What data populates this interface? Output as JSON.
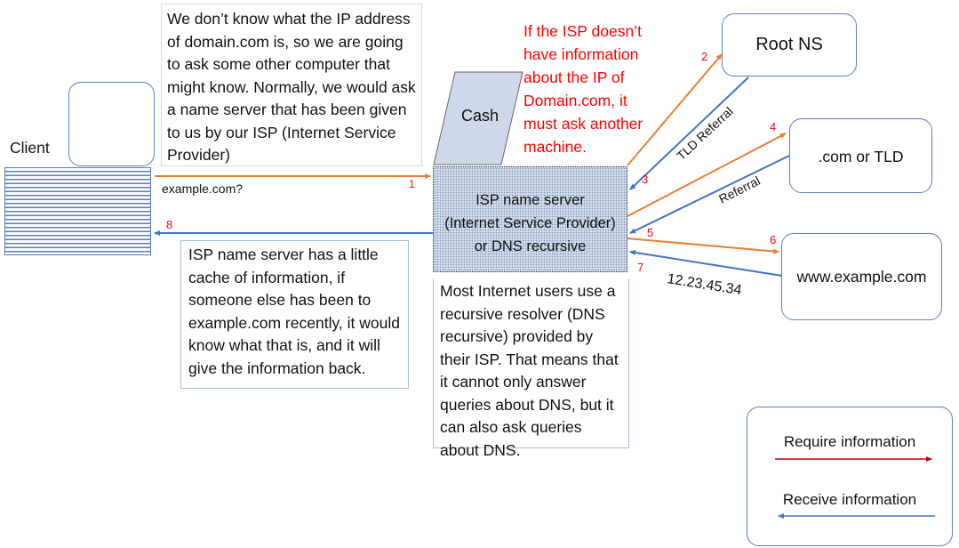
{
  "client": {
    "label": "Client"
  },
  "query_label": "example.com?",
  "intro_note": "We don’t know what the IP address of domain.com is, so we are going to ask some other computer that might know. Normally, we would ask a name server that has been given to us by our ISP (Internet Service Provider)",
  "isp_note": "If the ISP doesn’t have information about the IP of Domain.com, it must ask another machine.",
  "cache": {
    "label": "Cash"
  },
  "isp_server": {
    "line1": "ISP name server",
    "line2": "(Internet Service Provider)",
    "line3": "or DNS recursive"
  },
  "cache_note": "ISP name server has a little cache of information, if someone else has been to example.com recently, it would know what that is, and it will give the information back.",
  "resolver_note": "Most Internet users use a recursive resolver (DNS recursive) provided by their ISP. That means that it cannot only answer queries about DNS, but it can also ask queries about DNS.",
  "root_ns": {
    "label": "Root NS"
  },
  "tld": {
    "label": ".com or TLD"
  },
  "web": {
    "label": "www.example.com"
  },
  "arrows": {
    "n1": "1",
    "n2": "2",
    "n3": "3",
    "n4": "4",
    "n5": "5",
    "n6": "6",
    "n7": "7",
    "n8": "8",
    "tld_referral": "TLD Referral",
    "referral": "Referral",
    "ip_answer": "12.23.45.34"
  },
  "legend": {
    "require": "Require information",
    "receive": "Receive information"
  },
  "colors": {
    "request_arrow": "#ed7d31",
    "response_arrow": "#4472c4",
    "legend_require": "#c00000",
    "legend_receive": "#4472c4",
    "box_border": "#5b7fbf",
    "isp_fill": "#cfd8ea",
    "red_text": "#ff0000"
  }
}
